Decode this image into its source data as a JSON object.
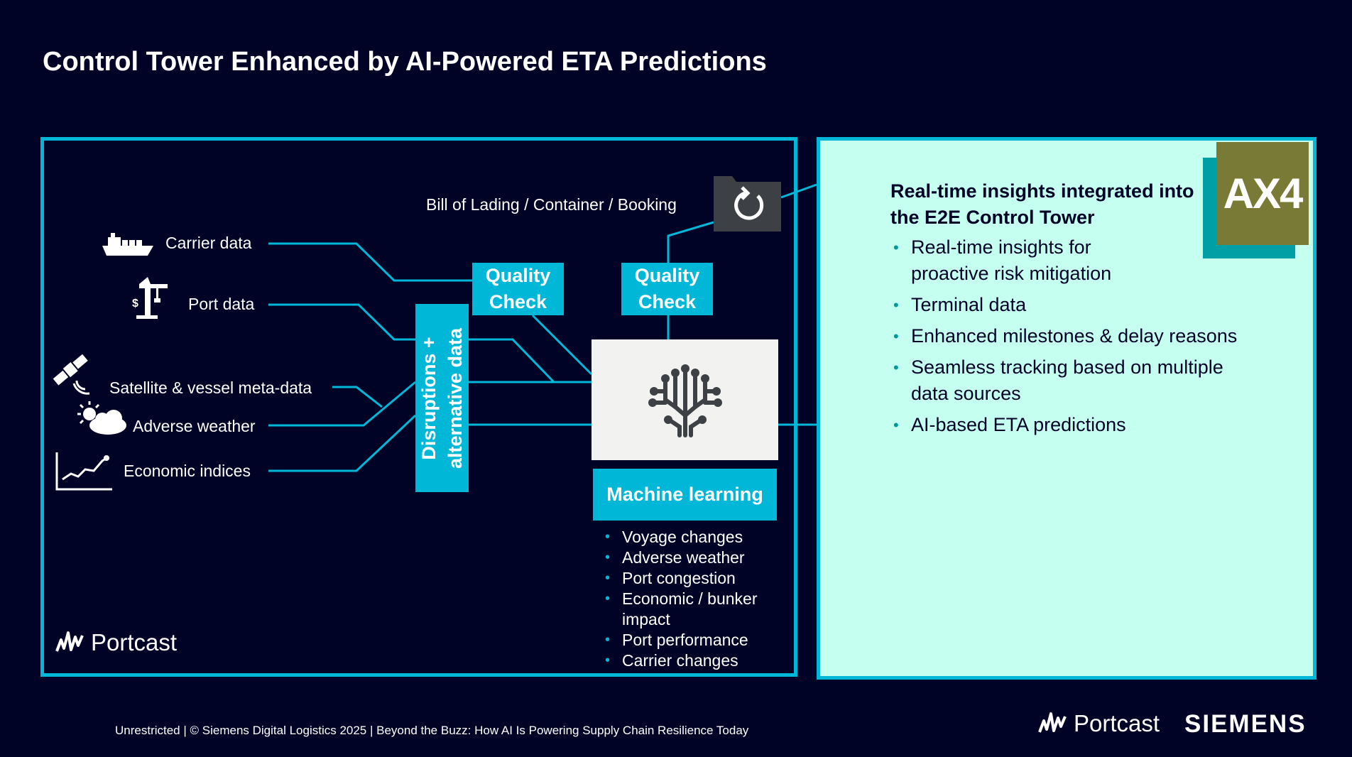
{
  "title": "Control Tower Enhanced by AI-Powered ETA Predictions",
  "data_sources": [
    {
      "label": "Carrier data",
      "icon": "ship-icon"
    },
    {
      "label": "Port data",
      "icon": "port-crane-icon"
    },
    {
      "label": "Satellite & vessel meta-data",
      "icon": "satellite-icon"
    },
    {
      "label": "Adverse weather",
      "icon": "weather-icon"
    },
    {
      "label": "Economic indices",
      "icon": "line-chart-icon"
    }
  ],
  "quality_check_left": "Quality Check",
  "quality_check_right": "Quality Check",
  "disruptions_label_line1": "Disruptions +",
  "disruptions_label_line2": "alternative data",
  "bill_of_lading": "Bill of Lading / Container / Booking",
  "machine_learning": {
    "label": "Machine learning",
    "factors": [
      "Voyage changes",
      "Adverse weather",
      "Port congestion",
      "Economic / bunker impact",
      "Port performance",
      "Carrier changes"
    ]
  },
  "insights": {
    "heading": "Real-time insights integrated into the E2E Control Tower",
    "items": [
      "Real-time insights for proactive risk mitigation",
      "Terminal data",
      "Enhanced milestones & delay reasons",
      "Seamless tracking based on multiple data sources",
      "AI-based ETA predictions"
    ]
  },
  "ax4_logo": "AX4",
  "panel_brand": "Portcast",
  "footer": {
    "text": "Unrestricted | © Siemens Digital Logistics 2025 | Beyond the Buzz: How AI Is Powering Supply Chain Resilience Today",
    "portcast": "Portcast",
    "siemens": "SIEMENS"
  },
  "colors": {
    "background": "#000326",
    "accent": "#00b7d8",
    "insight_panel": "#c5fff0",
    "ax4_olive": "#7a7a37"
  }
}
